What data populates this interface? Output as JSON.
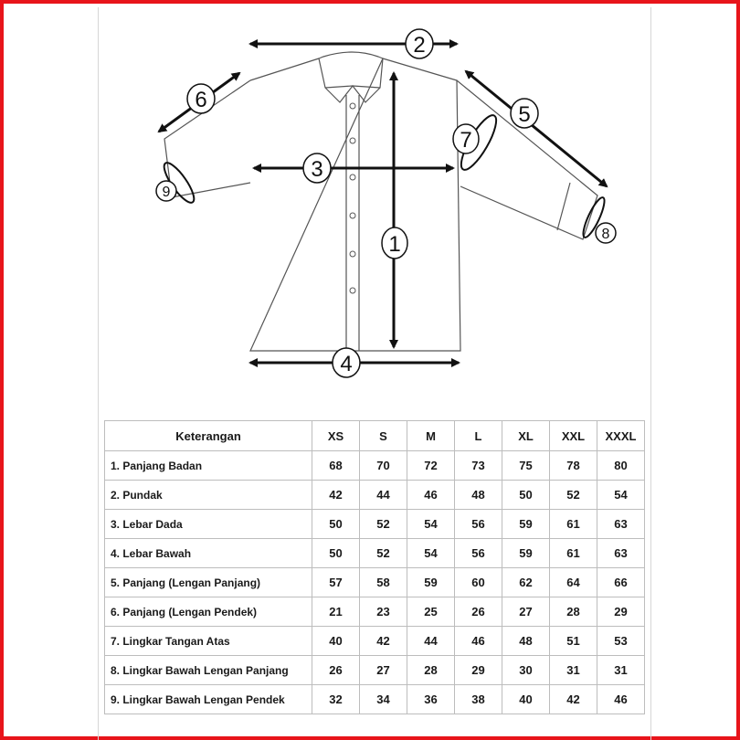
{
  "callouts": {
    "c1": "1",
    "c2": "2",
    "c3": "3",
    "c4": "4",
    "c5": "5",
    "c6": "6",
    "c7": "7",
    "c8": "8",
    "c9": "9"
  },
  "table": {
    "header": {
      "desc": "Keterangan",
      "sizes": [
        "XS",
        "S",
        "M",
        "L",
        "XL",
        "XXL",
        "XXXL"
      ]
    },
    "rows": [
      {
        "label": "1. Panjang Badan",
        "values": [
          "68",
          "70",
          "72",
          "73",
          "75",
          "78",
          "80"
        ]
      },
      {
        "label": "2. Pundak",
        "values": [
          "42",
          "44",
          "46",
          "48",
          "50",
          "52",
          "54"
        ]
      },
      {
        "label": "3. Lebar Dada",
        "values": [
          "50",
          "52",
          "54",
          "56",
          "59",
          "61",
          "63"
        ]
      },
      {
        "label": "4. Lebar Bawah",
        "values": [
          "50",
          "52",
          "54",
          "56",
          "59",
          "61",
          "63"
        ]
      },
      {
        "label": "5. Panjang (Lengan Panjang)",
        "values": [
          "57",
          "58",
          "59",
          "60",
          "62",
          "64",
          "66"
        ]
      },
      {
        "label": "6. Panjang (Lengan Pendek)",
        "values": [
          "21",
          "23",
          "25",
          "26",
          "27",
          "28",
          "29"
        ]
      },
      {
        "label": "7. Lingkar Tangan Atas",
        "values": [
          "40",
          "42",
          "44",
          "46",
          "48",
          "51",
          "53"
        ]
      },
      {
        "label": "8. Lingkar Bawah Lengan Panjang",
        "values": [
          "26",
          "27",
          "28",
          "29",
          "30",
          "31",
          "31"
        ]
      },
      {
        "label": "9. Lingkar Bawah Lengan Pendek",
        "values": [
          "32",
          "34",
          "36",
          "38",
          "40",
          "42",
          "46"
        ]
      }
    ]
  }
}
